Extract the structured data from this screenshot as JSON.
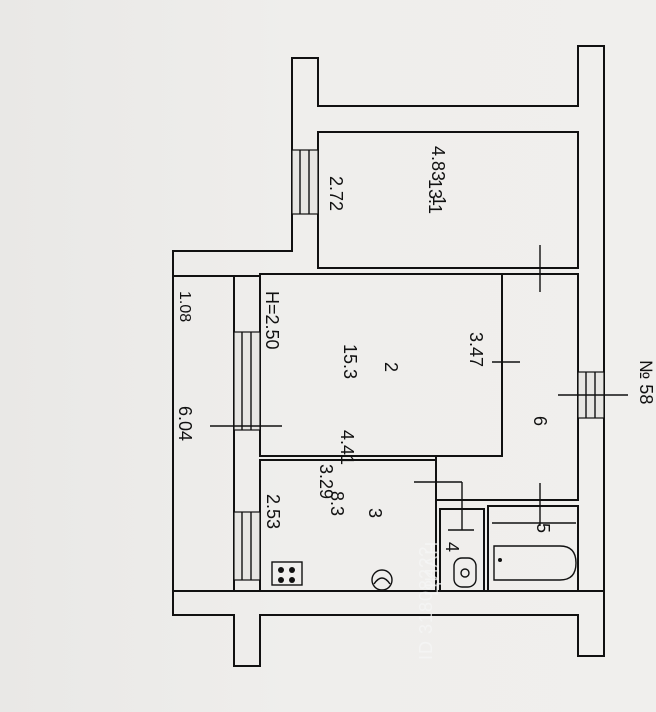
{
  "labels": {
    "room1_width": "4.83",
    "room1_side": "2.72",
    "room1_number": "1",
    "room1_area": "13.1",
    "room2_height": "H=2.50",
    "room2_number": "2",
    "room2_area": "15.3",
    "room2_side": "3.47",
    "room2_width": "4.41",
    "corridor_width": "1.08",
    "corridor_length": "6.04",
    "room3_width": "3.29",
    "room3_number": "3",
    "room3_area": "8.3",
    "room3_side": "2.53",
    "hall_number": "6",
    "wc_number": "4",
    "bath_number": "5",
    "edge_label": "№ 58"
  },
  "watermark": {
    "brand": "ЦИАН",
    "id": "ID 318082??"
  },
  "colors": {
    "paper": "#ecebe8",
    "line": "#111111",
    "watermark": "#f5f5f5"
  }
}
